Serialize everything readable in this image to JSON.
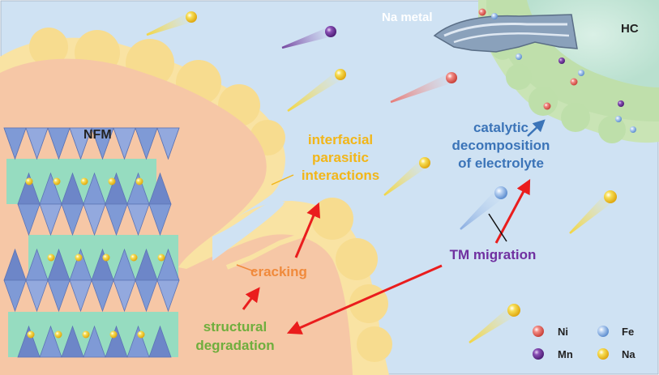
{
  "labels": {
    "na_metal": "Na metal",
    "hc": "HC",
    "nfm": "NFM",
    "interfacial_line1": "interfacial",
    "interfacial_line2": "parasitic",
    "interfacial_line3": "interactions",
    "catalytic_line1": "catalytic",
    "catalytic_line2": "decomposition",
    "catalytic_line3": "of electrolyte",
    "cracking": "cracking",
    "structural_line1": "structural",
    "structural_line2": "degradation",
    "tm_migration": "TM migration"
  },
  "legend": {
    "items": [
      {
        "label": "Ni",
        "icon": "ni-sphere-icon",
        "color": "#e8625a"
      },
      {
        "label": "Fe",
        "icon": "fe-sphere-icon",
        "color": "#8fb4e6"
      },
      {
        "label": "Mn",
        "icon": "mn-sphere-icon",
        "color": "#7a3fa0"
      },
      {
        "label": "Na",
        "icon": "na-sphere-icon",
        "color": "#f2cf2e"
      }
    ]
  },
  "colors": {
    "electrolyte_bg": "#cfe2f3",
    "cathode": "#f6c7a6",
    "cathode_coating": "#f9e3a3",
    "hard_carbon": "#c9e4b5",
    "lattice_blue": "#7f9ad6",
    "lattice_green": "#96dcc0",
    "arrow_red": "#ea1d1d",
    "text_yellow": "#f2b619",
    "text_blue": "#3b74b8",
    "text_orange": "#f08a3c",
    "text_green": "#6fae3d",
    "text_purple": "#7030a0"
  }
}
